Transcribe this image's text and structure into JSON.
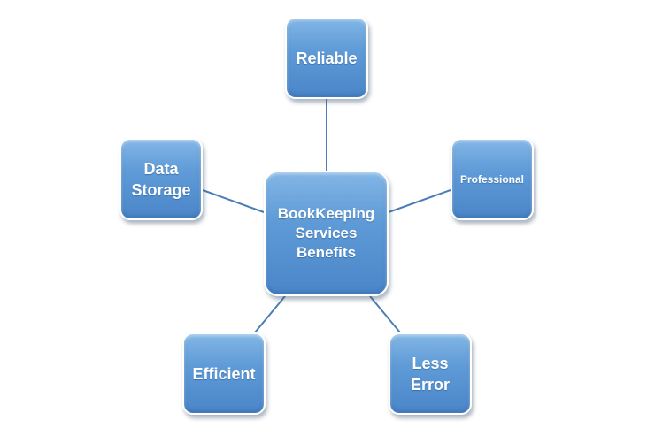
{
  "diagram": {
    "center": {
      "label": "BookKeeping\nServices\nBenefits"
    },
    "nodes": [
      {
        "id": "reliable",
        "label": "Reliable"
      },
      {
        "id": "professional",
        "label": "Professional"
      },
      {
        "id": "data-storage",
        "label": "Data\nStorage"
      },
      {
        "id": "efficient",
        "label": "Efficient"
      },
      {
        "id": "less-error",
        "label": "Less\nError"
      }
    ],
    "colors": {
      "box_fill_top": "#82b6e6",
      "box_fill_bottom": "#4a86c9",
      "box_border": "#ffffff",
      "connector": "#4a7eb5",
      "text": "#ffffff"
    }
  }
}
